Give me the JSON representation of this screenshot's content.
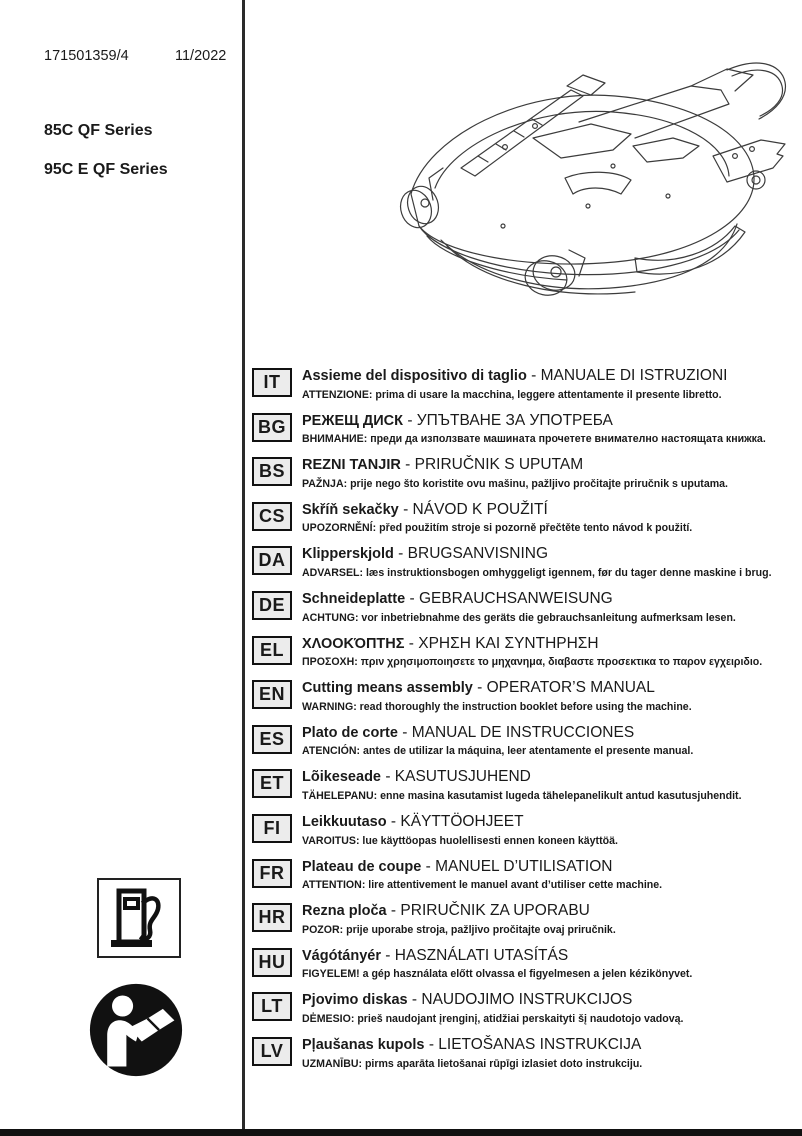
{
  "header": {
    "doc_number": "171501359/4",
    "doc_date": "11/2022",
    "models": [
      "85C QF Series",
      "95C E QF Series"
    ]
  },
  "separator": "-",
  "languages": [
    {
      "code": "IT",
      "title": "Assieme del dispositivo di taglio",
      "manual": "MANUALE DI ISTRUZIONI",
      "warning": "ATTENZIONE: prima di usare la macchina, leggere attentamente il presente libretto."
    },
    {
      "code": "BG",
      "title": "РЕЖЕЩ ДИСК",
      "manual": "УПЪТВАНЕ ЗА УПОТРЕБА",
      "warning": "ВНИМАНИЕ: преди да използвате машината прочетете внимателно настоящата книжка."
    },
    {
      "code": "BS",
      "title": "REZNI TANJIR",
      "manual": "PRIRUČNIK S UPUTAM",
      "warning": "PAŽNJA: prije nego što koristite ovu mašinu, pažljivo pročitajte priručnik s uputama."
    },
    {
      "code": "CS",
      "title": "Skříň sekačky",
      "manual": "NÁVOD K POUŽITÍ",
      "warning": "UPOZORNĚNÍ: před použitím stroje si pozorně přečtěte tento návod k použití."
    },
    {
      "code": "DA",
      "title": "Klipperskjold",
      "manual": "BRUGSANVISNING",
      "warning": "ADVARSEL: læs instruktionsbogen omhyggeligt igennem, før du tager denne maskine i brug."
    },
    {
      "code": "DE",
      "title": "Schneideplatte",
      "manual": "GEBRAUCHSANWEISUNG",
      "warning": "ACHTUNG: vor inbetriebnahme des geräts die gebrauchsanleitung aufmerksam lesen."
    },
    {
      "code": "EL",
      "title": "ΧΛΟΟΚΌΠΤΗΣ",
      "manual": "ΧΡΗΣΗ ΚΑΙ ΣΥΝΤΗΡΗΣΗ",
      "warning": "ΠΡΟΣΟΧΗ: πριν χρησιμοποιησετε το μηχανημα, διαβαστε προσεκτικα το παρον εγχειριδιο."
    },
    {
      "code": "EN",
      "title": "Cutting means assembly",
      "manual": "OPERATOR’S MANUAL",
      "warning": "WARNING: read thoroughly the instruction booklet before using the machine."
    },
    {
      "code": "ES",
      "title": "Plato de corte",
      "manual": "MANUAL DE INSTRUCCIONES",
      "warning": "ATENCIÓN: antes de utilizar la máquina, leer atentamente el presente manual."
    },
    {
      "code": "ET",
      "title": "Lõikeseade",
      "manual": "KASUTUSJUHEND",
      "warning": "TÄHELEPANU: enne masina kasutamist lugeda tähelepanelikult antud kasutusjuhendit."
    },
    {
      "code": "FI",
      "title": "Leikkuutaso",
      "manual": "KÄYTTÖOHJEET",
      "warning": "VAROITUS: lue käyttöopas huolellisesti ennen koneen käyttöä."
    },
    {
      "code": "FR",
      "title": "Plateau de coupe",
      "manual": "MANUEL D’UTILISATION",
      "warning": "ATTENTION: lire attentivement le manuel avant d’utiliser cette machine."
    },
    {
      "code": "HR",
      "title": "Rezna ploča",
      "manual": "PRIRUČNIK ZA UPORABU",
      "warning": "POZOR: prije uporabe stroja, pažljivo pročitajte ovaj priručnik."
    },
    {
      "code": "HU",
      "title": "Vágótányér",
      "manual": "HASZNÁLATI UTASÍTÁS",
      "warning": "FIGYELEM! a gép használata előtt olvassa el figyelmesen a jelen kézikönyvet."
    },
    {
      "code": "LT",
      "title": "Pjovimo diskas",
      "manual": "NAUDOJIMO INSTRUKCIJOS",
      "warning": "DĖMESIO: prieš naudojant įrenginį, atidžiai perskaityti šį naudotojo vadovą."
    },
    {
      "code": "LV",
      "title": "Pļaušanas kupols",
      "manual": "LIETOŠANAS INSTRUKCIJA",
      "warning": "UZMANĪBU: pirms aparāta lietošanai rūpīgi izlasiet doto instrukciju."
    }
  ],
  "icons": {
    "fuel_pump": "fuel-pump-icon",
    "read_manual": "read-manual-icon",
    "illustration": "cutting-deck-line-drawing"
  },
  "colors": {
    "ink": "#1a1a1a",
    "badge_bg": "#ececec",
    "footer_bar": "#111111"
  }
}
